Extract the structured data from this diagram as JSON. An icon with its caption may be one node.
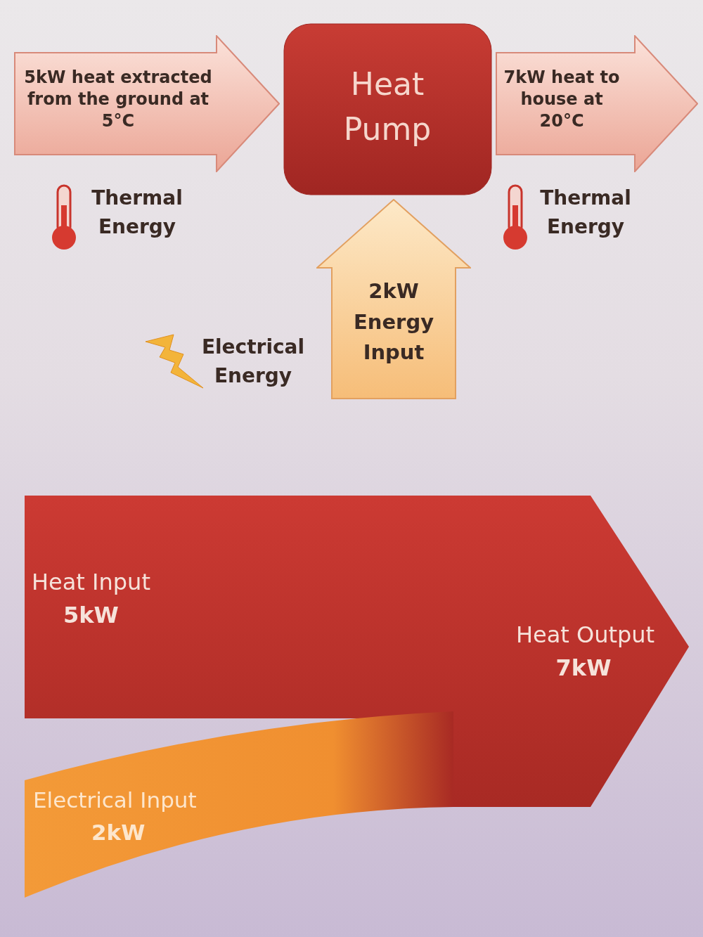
{
  "diagram": {
    "nodes": [
      {
        "text": [
          "5kW heat extracted from the ground at 5°C"
        ]
      },
      {
        "text": [
          "Heat Pump"
        ]
      },
      {
        "text": [
          "7kW heat to house at 20°C"
        ]
      },
      {
        "text": [
          "2kW Energy Input"
        ]
      },
      {
        "text": [
          "Heat Input",
          "5kW",
          "Heat Output",
          "7kW"
        ]
      },
      {
        "text": [
          "Electrical Input",
          "2kW"
        ]
      }
    ],
    "labels": [
      "Thermal Energy",
      "Thermal Energy",
      "Electrical Energy"
    ]
  }
}
